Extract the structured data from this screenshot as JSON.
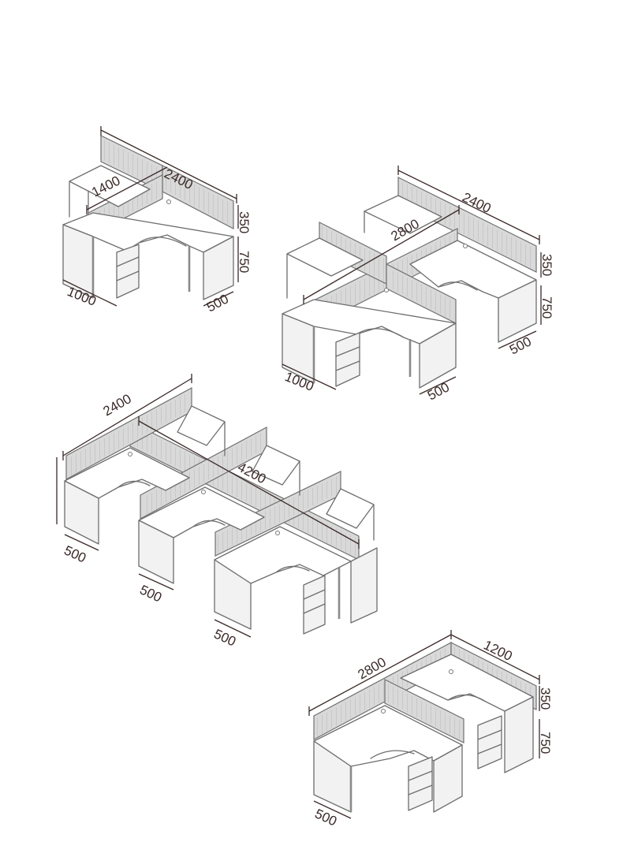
{
  "workstations": [
    {
      "id": "two-seat-corner",
      "dimensions": {
        "overall_length": "2400",
        "unit_depth": "1400",
        "panel_height": "350",
        "desk_height": "750",
        "desk_width": "1000",
        "return_depth": "500"
      }
    },
    {
      "id": "four-seat-cross",
      "dimensions": {
        "overall_length": "2400",
        "overall_width": "2800",
        "panel_height": "350",
        "desk_height": "750",
        "desk_width": "1000",
        "return_depth": "500"
      }
    },
    {
      "id": "six-seat-row",
      "dimensions": {
        "overall_length": "2400",
        "run_length": "4200",
        "return_depth_a": "500",
        "return_depth_b": "500",
        "return_depth_c": "500"
      }
    },
    {
      "id": "two-seat-l",
      "dimensions": {
        "overall_length": "2800",
        "side_length": "1200",
        "panel_height": "350",
        "desk_height": "750",
        "return_depth": "500"
      }
    }
  ],
  "colors": {
    "line": "#6e6e6e",
    "dimension": "#3a2a28",
    "panel": "#f2f2f2"
  }
}
